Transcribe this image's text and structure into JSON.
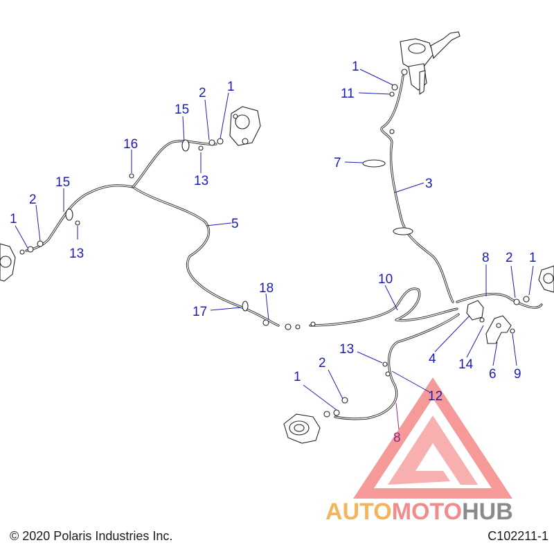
{
  "footer": {
    "copyright": "© 2020 Polaris Industries Inc.",
    "drawing_number": "C102211-1"
  },
  "watermark": {
    "part1": "AUTO",
    "part2": "MOTO",
    "part3": "HUB",
    "colors": {
      "auto": "#f5b45a",
      "moto": "#f28b8b",
      "hub": "#8a8a8a",
      "logo": "#f06a6a"
    }
  },
  "callouts": [
    {
      "id": "c1",
      "text": "1"
    },
    {
      "id": "c2",
      "text": "11"
    },
    {
      "id": "c3",
      "text": "7"
    },
    {
      "id": "c4",
      "text": "3"
    },
    {
      "id": "c5",
      "text": "2"
    },
    {
      "id": "c6",
      "text": "1"
    },
    {
      "id": "c7",
      "text": "15"
    },
    {
      "id": "c8",
      "text": "13"
    },
    {
      "id": "c9",
      "text": "16"
    },
    {
      "id": "c10",
      "text": "15"
    },
    {
      "id": "c11",
      "text": "2"
    },
    {
      "id": "c12",
      "text": "1"
    },
    {
      "id": "c13",
      "text": "13"
    },
    {
      "id": "c14",
      "text": "5"
    },
    {
      "id": "c15",
      "text": "18"
    },
    {
      "id": "c16",
      "text": "17"
    },
    {
      "id": "c17",
      "text": "10"
    },
    {
      "id": "c18",
      "text": "8"
    },
    {
      "id": "c19",
      "text": "2"
    },
    {
      "id": "c20",
      "text": "1"
    },
    {
      "id": "c21",
      "text": "4"
    },
    {
      "id": "c22",
      "text": "14"
    },
    {
      "id": "c23",
      "text": "6"
    },
    {
      "id": "c24",
      "text": "9"
    },
    {
      "id": "c25",
      "text": "13"
    },
    {
      "id": "c26",
      "text": "2"
    },
    {
      "id": "c27",
      "text": "1"
    },
    {
      "id": "c28",
      "text": "12"
    },
    {
      "id": "c29",
      "text": "8"
    }
  ]
}
